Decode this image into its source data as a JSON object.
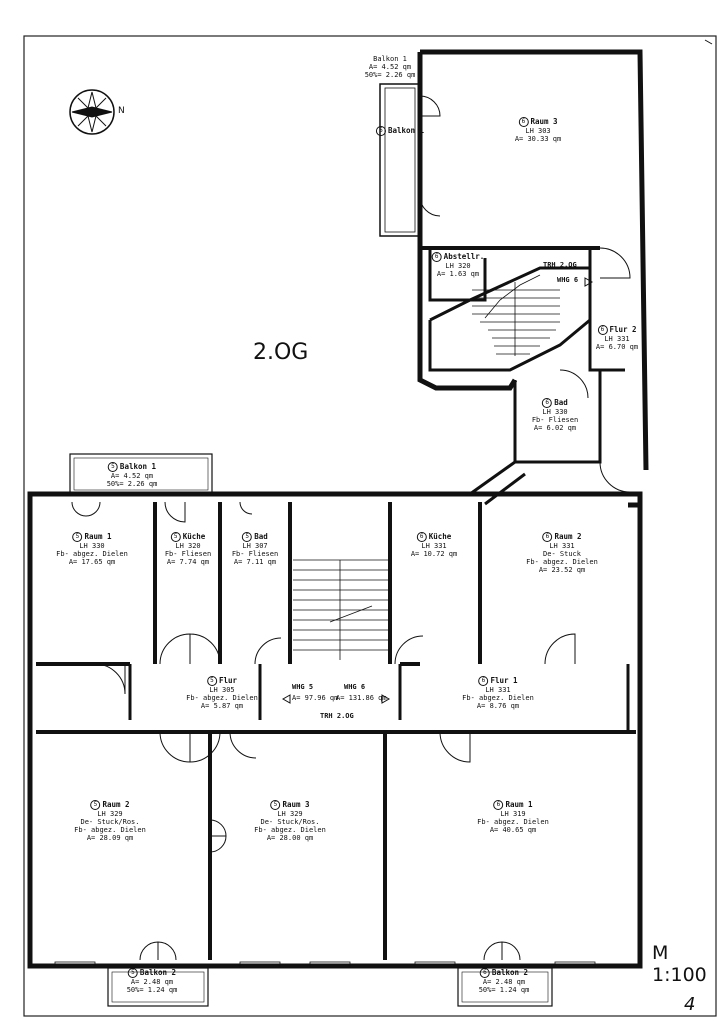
{
  "floor_label": "2.OG",
  "scale": "M 1:100",
  "page_number": "4",
  "north": "N",
  "stair_labels": {
    "upper_trh": "TRH 2.OG",
    "upper_whg": "WHG 6",
    "lower_whg5": "WHG 5",
    "lower_a5": "A= 97.96 qm",
    "lower_a6": "A= 131.86 qm",
    "lower_whg6": "WHG 6",
    "lower_trh": "TRH 2.OG"
  },
  "rooms": [
    {
      "id": "balkon1-upper-note",
      "lines": [
        "Balkon 1",
        "A= 4.52 qm",
        "50%= 2.26 qm"
      ]
    },
    {
      "id": "balkon1-upper",
      "unit": "6",
      "name": "Balkon 1",
      "lines": []
    },
    {
      "id": "raum3-upper",
      "unit": "6",
      "name": "Raum 3",
      "lines": [
        "LH 303",
        "A= 30.33 qm"
      ]
    },
    {
      "id": "abstellr",
      "unit": "6",
      "name": "Abstellr.",
      "lines": [
        "LH 320",
        "A= 1.63 qm"
      ]
    },
    {
      "id": "flur2",
      "unit": "6",
      "name": "Flur 2",
      "lines": [
        "LH 331",
        "A= 6.70 qm"
      ]
    },
    {
      "id": "bad6",
      "unit": "6",
      "name": "Bad",
      "lines": [
        "LH 330",
        "Fb- Fliesen",
        "A= 6.02 qm"
      ]
    },
    {
      "id": "balkon1-left",
      "unit": "5",
      "name": "Balkon 1",
      "lines": [
        "A= 4.52 qm",
        "50%= 2.26 qm"
      ]
    },
    {
      "id": "raum1-5",
      "unit": "5",
      "name": "Raum 1",
      "lines": [
        "LH 330",
        "Fb- abgez. Dielen",
        "A= 17.65 qm"
      ]
    },
    {
      "id": "kueche5",
      "unit": "5",
      "name": "Küche",
      "lines": [
        "LH 320",
        "Fb- Fliesen",
        "A= 7.74 qm"
      ]
    },
    {
      "id": "bad5",
      "unit": "5",
      "name": "Bad",
      "lines": [
        "LH 307",
        "Fb- Fliesen",
        "A= 7.11 qm"
      ]
    },
    {
      "id": "kueche6",
      "unit": "6",
      "name": "Küche",
      "lines": [
        "LH 331",
        "A= 10.72 qm"
      ]
    },
    {
      "id": "raum2-6",
      "unit": "6",
      "name": "Raum 2",
      "lines": [
        "LH 331",
        "De- Stuck",
        "Fb- abgez. Dielen",
        "A= 23.52 qm"
      ]
    },
    {
      "id": "flur5",
      "unit": "5",
      "name": "Flur",
      "lines": [
        "LH 305",
        "Fb- abgez. Dielen",
        "A= 5.87 qm"
      ]
    },
    {
      "id": "flur1-6",
      "unit": "6",
      "name": "Flur 1",
      "lines": [
        "LH 331",
        "Fb- abgez. Dielen",
        "A= 8.76 qm"
      ]
    },
    {
      "id": "raum2-5",
      "unit": "5",
      "name": "Raum 2",
      "lines": [
        "LH 329",
        "De- Stuck/Ros.",
        "Fb- abgez. Dielen",
        "A= 28.09 qm"
      ]
    },
    {
      "id": "raum3-5",
      "unit": "5",
      "name": "Raum 3",
      "lines": [
        "LH 329",
        "De- Stuck/Ros.",
        "Fb- abgez. Dielen",
        "A= 28.00 qm"
      ]
    },
    {
      "id": "raum1-6",
      "unit": "6",
      "name": "Raum 1",
      "lines": [
        "LH 319",
        "Fb- abgez. Dielen",
        "A= 40.65 qm"
      ]
    },
    {
      "id": "balkon2-5",
      "unit": "5",
      "name": "Balkon 2",
      "lines": [
        "A= 2.48 qm",
        "50%= 1.24 qm"
      ]
    },
    {
      "id": "balkon2-6",
      "unit": "6",
      "name": "Balkon 2",
      "lines": [
        "A= 2.48 qm",
        "50%= 1.24 qm"
      ]
    }
  ]
}
